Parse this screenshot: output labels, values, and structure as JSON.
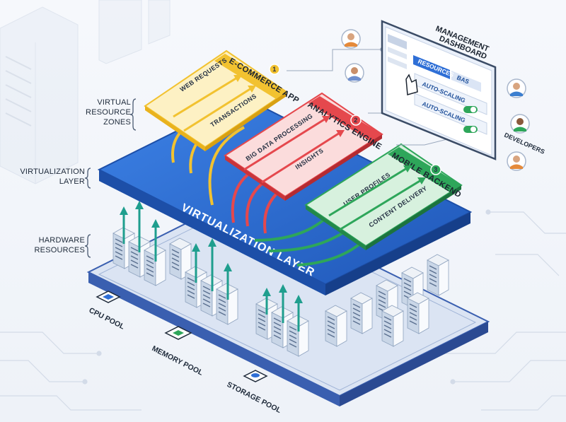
{
  "labels": {
    "virtual_resource_zones": [
      "VIRTUAL",
      "RESOURCE",
      "ZONES"
    ],
    "virtualization_layer_side": [
      "VIRTUALIZATION",
      "LAYER"
    ],
    "hardware_resources": [
      "HARDWARE",
      "RESOURCES"
    ],
    "virtualization_layer_platform": "VIRTUALIZATION LAYER"
  },
  "pools": {
    "cpu": "CPU POOL",
    "memory": "MEMORY POOL",
    "storage": "STORAGE POOL"
  },
  "zones": [
    {
      "number": "1",
      "title": "E-COMMERCE APP",
      "items": [
        "WEB REQUESTS",
        "TRANSACTIONS"
      ],
      "color": "#f2c230",
      "fill": "#fdf1c4"
    },
    {
      "number": "2",
      "title": "ANALYTICS ENGINE",
      "items": [
        "BIG DATA PROCESSING",
        "INSIGHTS"
      ],
      "color": "#e5484d",
      "fill": "#fbdcdc"
    },
    {
      "number": "3",
      "title": "MOBILE BACKEND",
      "items": [
        "USER PROFILES",
        "CONTENT DELIVERY"
      ],
      "color": "#2ea65a",
      "fill": "#d7f1de"
    }
  ],
  "dashboard": {
    "title": [
      "MANAGEMENT",
      "DASHBOARD"
    ],
    "tabs": [
      "RESOURCES",
      "BAS"
    ],
    "toggles": [
      "AUTO-SCALING",
      "AUTO-SCALING"
    ]
  },
  "developers_label": "DEVELOPERS",
  "colors": {
    "platform_blue": "#2f6fd6",
    "platform_dark": "#1d4fa8",
    "arrow_teal": "#1f9e8e",
    "base_blue": "#3a5fb0"
  }
}
